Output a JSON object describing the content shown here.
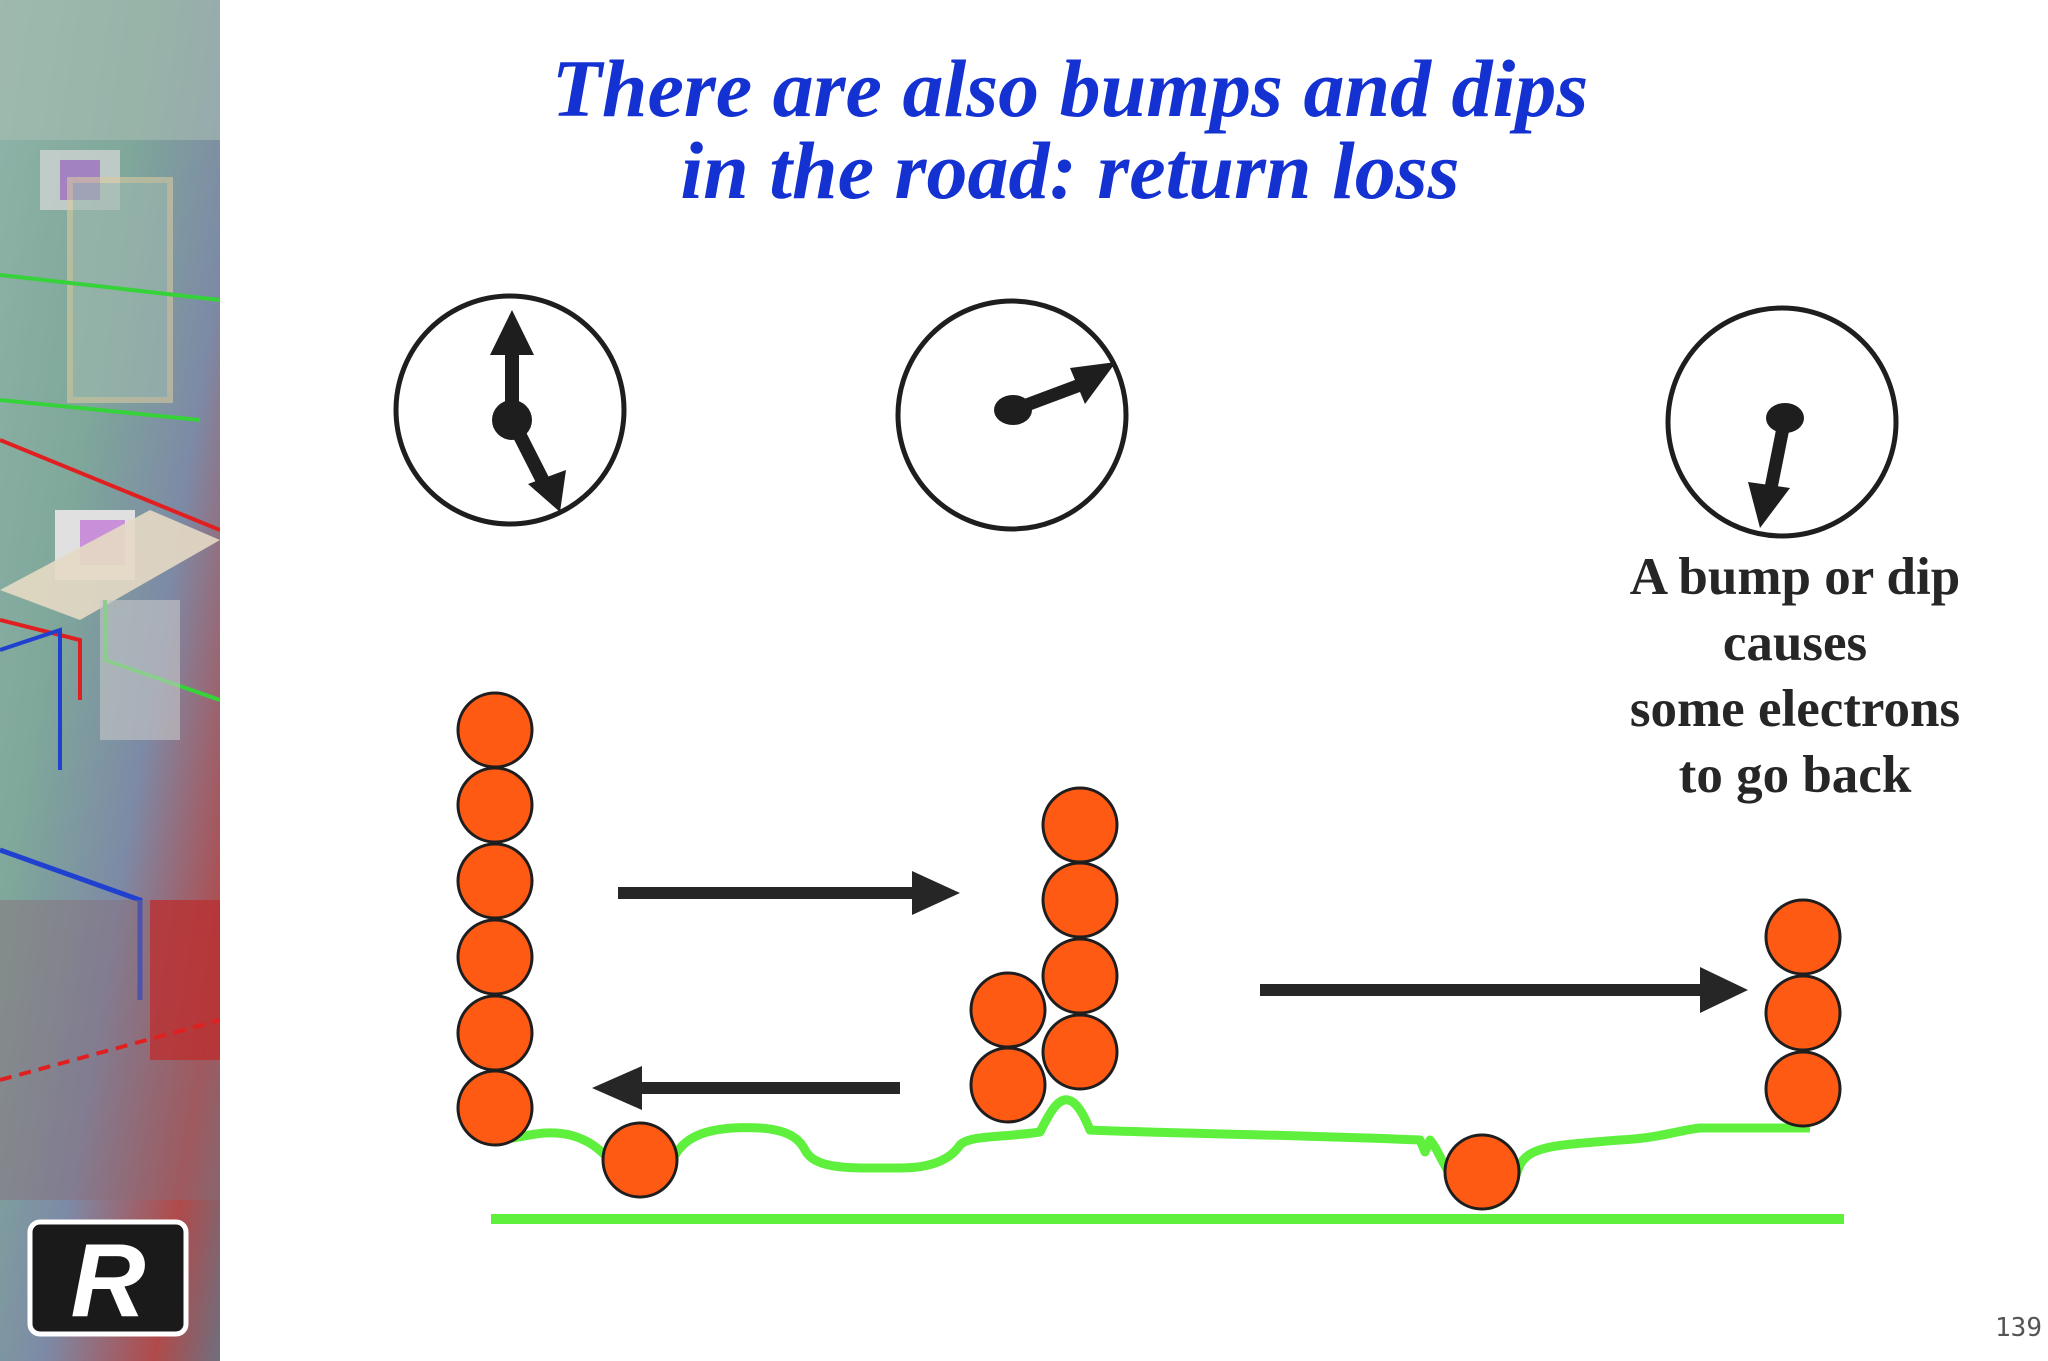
{
  "slide": {
    "title_lines": [
      "There are also bumps and dips",
      "in the road: return loss"
    ],
    "caption_lines": [
      "A bump or dip",
      "causes",
      "some electrons",
      "to go back"
    ],
    "page_number": "139"
  },
  "sidebar": {
    "logo_letter": "R"
  },
  "colors": {
    "title": "#1432d2",
    "caption": "#262626",
    "electron": "#ff5a14",
    "road": "#5ef03c",
    "arrow": "#262626"
  }
}
